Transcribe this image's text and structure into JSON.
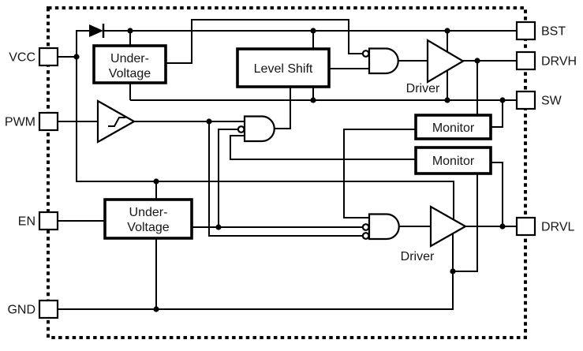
{
  "diagram": {
    "background": "#ffffff",
    "ink": "#000000",
    "pins": {
      "left": [
        {
          "label": "VCC"
        },
        {
          "label": "PWM"
        },
        {
          "label": "EN"
        },
        {
          "label": "GND"
        }
      ],
      "right": [
        {
          "label": "BST"
        },
        {
          "label": "DRVH"
        },
        {
          "label": "SW"
        },
        {
          "label": "DRVL"
        }
      ]
    },
    "blocks": {
      "under_voltage_top": {
        "line1": "Under-",
        "line2": "Voltage"
      },
      "level_shift": {
        "label": "Level Shift"
      },
      "monitor_top": {
        "label": "Monitor"
      },
      "monitor_bottom": {
        "label": "Monitor"
      },
      "under_voltage_bottom": {
        "line1": "Under-",
        "line2": "Voltage"
      }
    },
    "labels": {
      "driver_high": "Driver",
      "driver_low": "Driver"
    }
  }
}
